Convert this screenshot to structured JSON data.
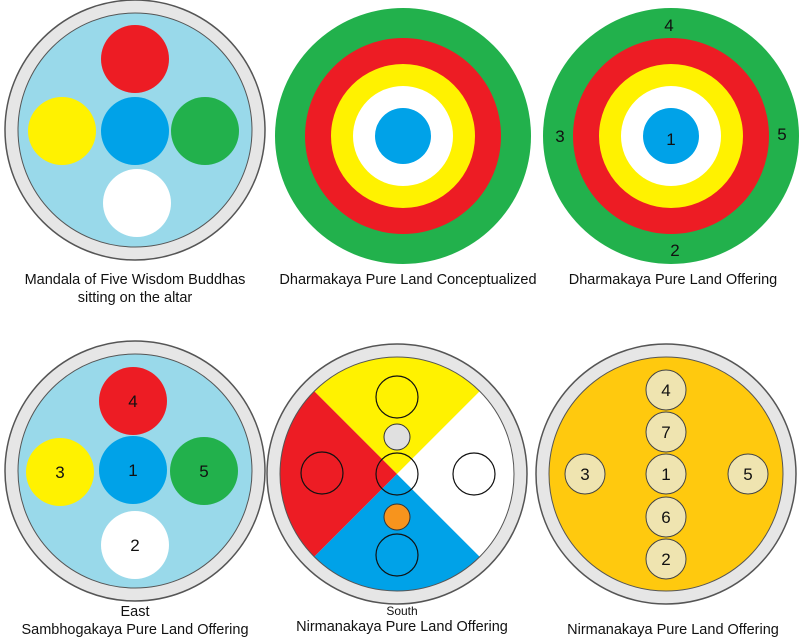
{
  "colors": {
    "red": "#ed1c24",
    "yellow": "#fff200",
    "blue": "#00a2e8",
    "green": "#22b14c",
    "white": "#ffffff",
    "light_blue": "#99d9ea",
    "gray": "#e0e0e0",
    "orange": "#f7941d",
    "gold": "#ffc90e",
    "cream": "#efe4b0"
  },
  "captions": {
    "p1_line1": "Mandala of Five Wisdom Buddhas",
    "p1_line2": "sitting on the altar",
    "p2": "Dharmakaya Pure Land Conceptualized",
    "p3": "Dharmakaya Pure Land Offering",
    "p4_direction": "East",
    "p4": "Sambhogakaya Pure Land Offering",
    "p5_direction": "South",
    "p5": "Nirmanakaya Pure Land Offering",
    "p6": "Nirmanakaya Pure Land Offering"
  },
  "panel3_numbers": {
    "center": "1",
    "bottom": "2",
    "left": "3",
    "top": "4",
    "right": "5"
  },
  "panel4_numbers": {
    "center": "1",
    "bottom": "2",
    "left": "3",
    "top": "4",
    "right": "5"
  },
  "panel6_numbers": {
    "top": "4",
    "upper": "7",
    "center": "1",
    "lower": "6",
    "bottom": "2",
    "left": "3",
    "right": "5"
  }
}
